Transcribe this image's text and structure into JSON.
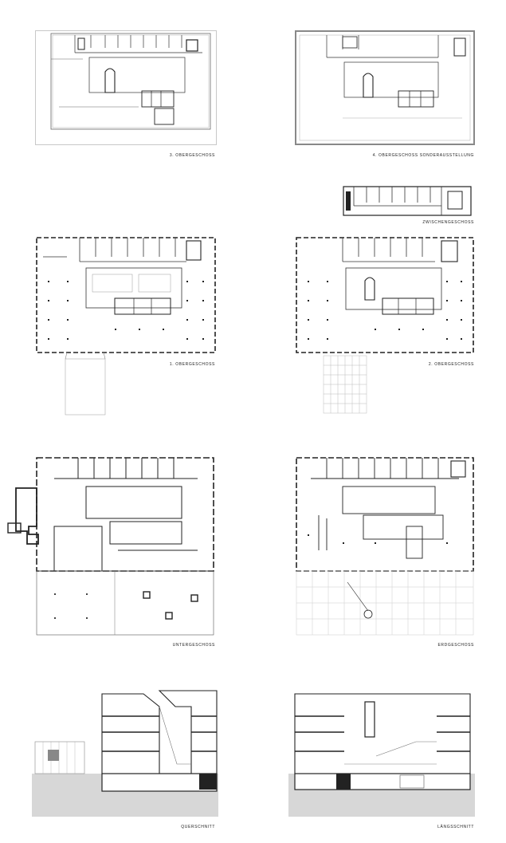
{
  "captions": {
    "obergeschoss_3": "3. OBERGESCHOSS",
    "obergeschoss_4": "4. OBERGESCHOSS  SONDERAUSSTELLUNG",
    "zwischengeschoss": "ZWISCHENGESCHOSS",
    "obergeschoss_1": "1. OBERGESCHOSS",
    "obergeschoss_2": "2. OBERGESCHOSS",
    "untergeschoss": "UNTERGESCHOSS",
    "erdgeschoss": "ERDGESCHOSS",
    "querschnitt": "QUERSCHNITT",
    "laengsschnitt": "LÄNGSSCHNITT"
  },
  "colors": {
    "line": "#222222",
    "light_line": "#9a9a9a",
    "ground": "#d7d7d7",
    "background": "#ffffff"
  }
}
